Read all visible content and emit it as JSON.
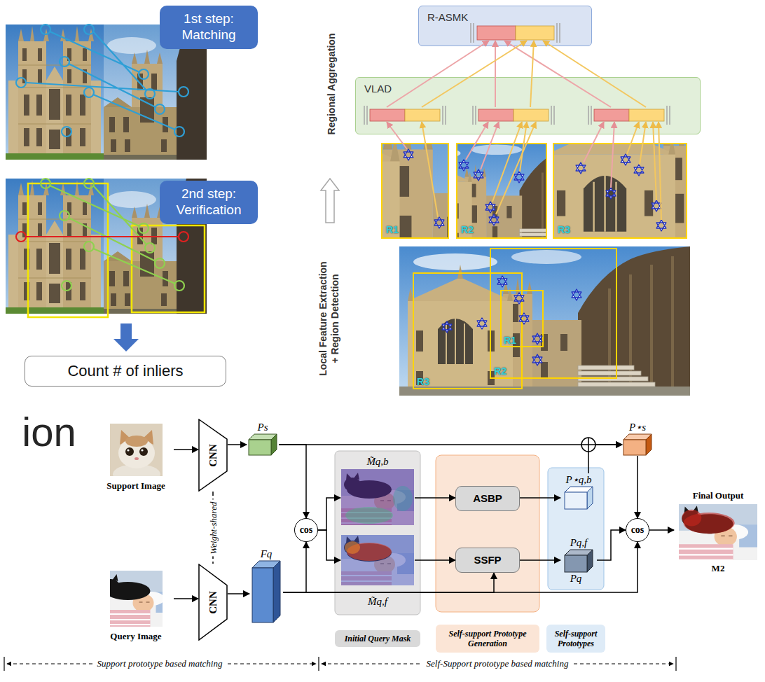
{
  "diagram": {
    "nodes": [
      {
        "text": [
          "1st step: Matching"
        ]
      },
      {
        "text": [
          "2nd step: Verification"
        ]
      },
      {
        "text": [
          "Count # of inliers"
        ]
      },
      {
        "text": [
          "R-ASMK"
        ]
      },
      {
        "text": [
          "VLAD"
        ]
      },
      {
        "text": [
          "Support Image"
        ]
      },
      {
        "text": [
          "CNN"
        ]
      },
      {
        "text": [
          "Ps"
        ]
      },
      {
        "text": [
          "Query Image"
        ]
      },
      {
        "text": [
          "CNN"
        ]
      },
      {
        "text": [
          "Fq"
        ]
      },
      {
        "text": [
          "cos"
        ]
      },
      {
        "text": [
          "M̃q,b"
        ]
      },
      {
        "text": [
          "M̃q,f"
        ]
      },
      {
        "text": [
          "ASBP"
        ]
      },
      {
        "text": [
          "SSFP"
        ]
      },
      {
        "text": [
          "P⋆q,b"
        ]
      },
      {
        "text": [
          "Pq,f"
        ]
      },
      {
        "text": [
          "P⋆s"
        ]
      },
      {
        "text": [
          "cos"
        ]
      },
      {
        "text": [
          "Final Output",
          "M2"
        ]
      }
    ],
    "edges": [
      {
        "from": 5,
        "to": 6,
        "arrow": "to"
      },
      {
        "from": 6,
        "to": 7,
        "arrow": "to"
      },
      {
        "from": 8,
        "to": 9,
        "arrow": "to"
      },
      {
        "from": 9,
        "to": 10,
        "arrow": "to"
      },
      {
        "from": 6,
        "to": 9,
        "arrow": "none",
        "label": "Weight-shared"
      },
      {
        "from": 7,
        "to": 11,
        "arrow": "to"
      },
      {
        "from": 10,
        "to": 11,
        "arrow": "to"
      },
      {
        "from": 11,
        "to": 12,
        "arrow": "to"
      },
      {
        "from": 11,
        "to": 13,
        "arrow": "to"
      },
      {
        "from": 12,
        "to": 14,
        "arrow": "to"
      },
      {
        "from": 13,
        "to": 15,
        "arrow": "to"
      },
      {
        "from": 10,
        "to": 15,
        "arrow": "to"
      },
      {
        "from": 14,
        "to": 16,
        "arrow": "to"
      },
      {
        "from": 15,
        "to": 17,
        "arrow": "to"
      },
      {
        "from": 7,
        "to": 18,
        "arrow": "to"
      },
      {
        "from": 16,
        "to": 18,
        "arrow": "to"
      },
      {
        "from": 18,
        "to": 19,
        "arrow": "to"
      },
      {
        "from": 10,
        "to": 19,
        "arrow": "to"
      },
      {
        "from": 17,
        "to": 19,
        "arrow": "to"
      },
      {
        "from": 19,
        "to": 20,
        "arrow": "to"
      }
    ],
    "labels": [
      "Regional Aggregation",
      "Local Feature Extraction + Region Detection",
      "R1",
      "R2",
      "R3",
      "R1",
      "R2",
      "R3",
      "ion",
      "Pq",
      "Support prototype based matching",
      "Self-Support prototype based matching"
    ],
    "legend": [
      {
        "text": "Initial Query Mask",
        "color": "#d9d9d9"
      },
      {
        "text": "Self-support Prototype Generation",
        "color": "#fbe5d6"
      },
      {
        "text": "Self-support Prototypes",
        "color": "#deebf7"
      }
    ]
  }
}
